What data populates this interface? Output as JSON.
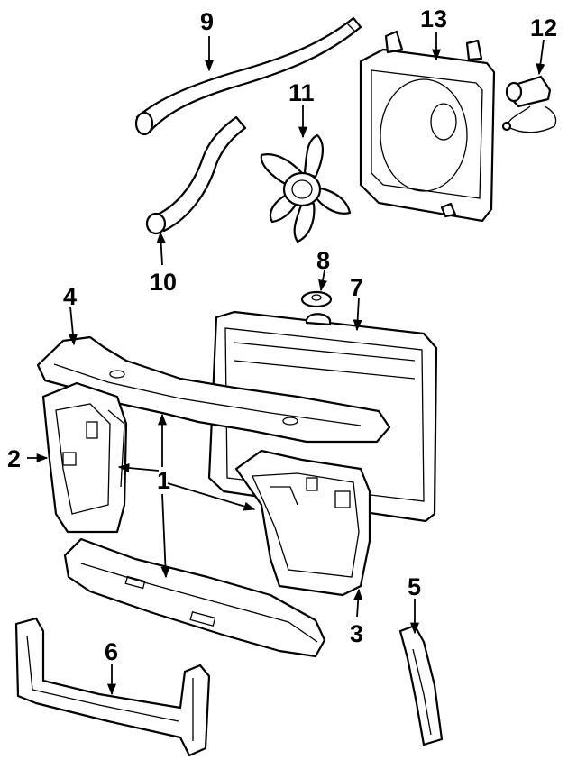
{
  "diagram": {
    "callouts": [
      {
        "id": "c9",
        "text": "9"
      },
      {
        "id": "c13",
        "text": "13"
      },
      {
        "id": "c12",
        "text": "12"
      },
      {
        "id": "c11",
        "text": "11"
      },
      {
        "id": "c10",
        "text": "10"
      },
      {
        "id": "c8",
        "text": "8"
      },
      {
        "id": "c7",
        "text": "7"
      },
      {
        "id": "c4",
        "text": "4"
      },
      {
        "id": "c2",
        "text": "2"
      },
      {
        "id": "c1",
        "text": "1"
      },
      {
        "id": "c5",
        "text": "5"
      },
      {
        "id": "c3",
        "text": "3"
      },
      {
        "id": "c6",
        "text": "6"
      }
    ]
  }
}
